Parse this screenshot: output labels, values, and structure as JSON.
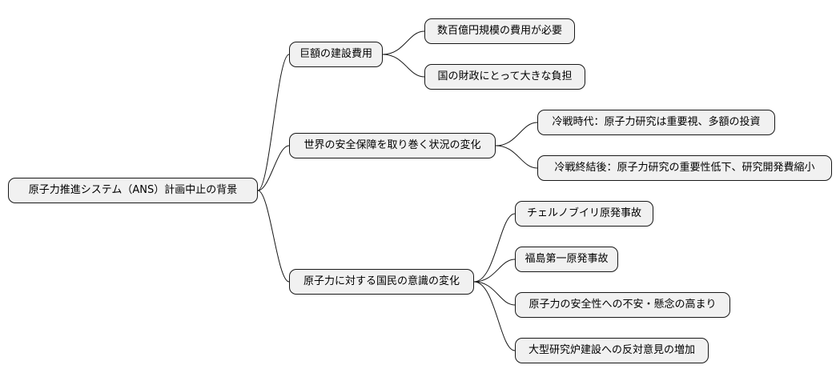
{
  "diagram": {
    "root": {
      "label": "原子力推進システム（ANS）計画中止の背景"
    },
    "branches": [
      {
        "label": "巨額の建設費用",
        "children": [
          {
            "label": "数百億円規模の費用が必要"
          },
          {
            "label": "国の財政にとって大きな負担"
          }
        ]
      },
      {
        "label": "世界の安全保障を取り巻く状況の変化",
        "children": [
          {
            "label": "冷戦時代：原子力研究は重要視、多額の投資"
          },
          {
            "label": "冷戦終結後：原子力研究の重要性低下、研究開発費縮小"
          }
        ]
      },
      {
        "label": "原子力に対する国民の意識の変化",
        "children": [
          {
            "label": "チェルノブイリ原発事故"
          },
          {
            "label": "福島第一原発事故"
          },
          {
            "label": "原子力の安全性への不安・懸念の高まり"
          },
          {
            "label": "大型研究炉建設への反対意見の増加"
          }
        ]
      }
    ]
  }
}
